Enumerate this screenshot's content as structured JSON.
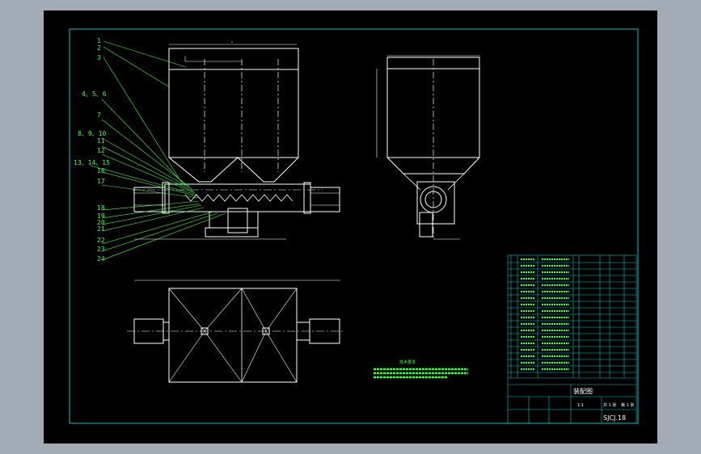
{
  "colors": {
    "background": "#a3abb6",
    "sheet": "#000000",
    "frame": "#00c8c8",
    "lines": "#ffffff",
    "leaders": "#40ff40",
    "title_block": "#00c8c8"
  },
  "callouts": [
    "1",
    "2",
    "3",
    "4、5、6",
    "7",
    "8、9、10",
    "11",
    "12",
    "13、14、15",
    "16",
    "17",
    "18",
    "19",
    "20",
    "21",
    "22",
    "23",
    "24"
  ],
  "notes": {
    "heading": "技术要求"
  },
  "title_block": {
    "drawing_title": "装配图",
    "drawing_number": "SJCJ.18",
    "scale": "1:1",
    "sheet_labels": [
      "共 1 张",
      "第 1 张"
    ]
  }
}
